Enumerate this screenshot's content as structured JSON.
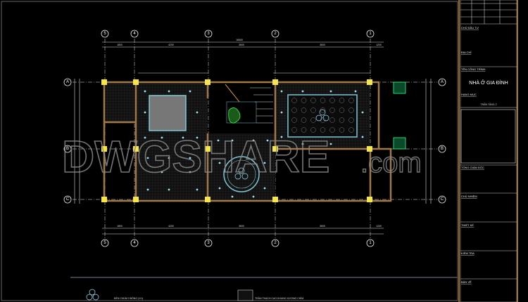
{
  "watermark": {
    "main": "DWGSHARE",
    "suffix": ".com"
  },
  "grid_axes": {
    "columns": [
      "5",
      "4",
      "3",
      "2",
      "1"
    ],
    "rows": [
      "A",
      "B",
      "C"
    ]
  },
  "dimensions": {
    "top_total": "16500",
    "top_spans": [
      "1800",
      "4200",
      "3600",
      "3600",
      "1200"
    ],
    "bottom_spans": [
      "1800",
      "4200",
      "3600",
      "3600",
      "1200"
    ]
  },
  "legend": [
    {
      "icon": "chandelier-icon",
      "label": "ĐÈN CHÙM 3 BÓNG (1/1)"
    },
    {
      "icon": "ceiling-pattern-icon",
      "label": "TRẦN THẠCH CAO KHUNG XƯƠNG CHÌM"
    }
  ],
  "title_block": {
    "project_name": "NHÀ Ở GIA ĐÌNH",
    "fields": [
      "CHỦ ĐẦU TƯ",
      "ĐỊA CHỈ",
      "TÊN CÔNG TRÌNH",
      "HẠNG MỤC",
      "TỔNG GIÁM ĐỐC",
      "CHỦ NHIỆM",
      "THIẾT KẾ",
      "KIỂM TRA",
      "BẢN VẼ"
    ],
    "sheet_title": "TRẦN TẦNG 2"
  },
  "colors": {
    "wall": "#a0784a",
    "column": "#f5e64a",
    "grid": "#e8e8e8",
    "lamp": "#9fe3ff",
    "ceiling": "#7fc8d8",
    "accent_green": "#33ff44",
    "frame": "#c8843c"
  }
}
